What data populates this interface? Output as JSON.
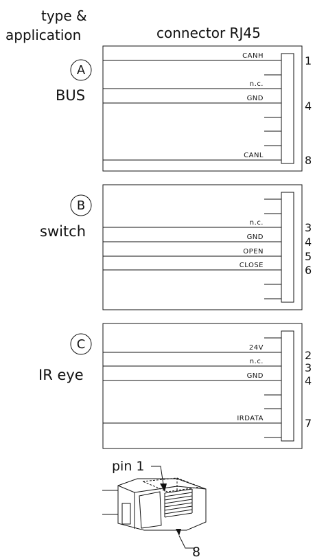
{
  "header": {
    "type_line1": "type &",
    "type_line2": "application",
    "connector": "connector RJ45"
  },
  "sections": [
    {
      "letter": "A",
      "name": "BUS",
      "signals": [
        "CANH",
        "n.c.",
        "GND",
        "CANL"
      ],
      "pins": [
        "1",
        "4",
        "8"
      ]
    },
    {
      "letter": "B",
      "name": "switch",
      "signals": [
        "n.c.",
        "GND",
        "OPEN",
        "CLOSE"
      ],
      "pins": [
        "3",
        "4",
        "5",
        "6"
      ]
    },
    {
      "letter": "C",
      "name": "IR eye",
      "signals": [
        "24V",
        "n.c.",
        "GND",
        "IRDATA"
      ],
      "pins": [
        "2",
        "3",
        "4",
        "7"
      ]
    }
  ],
  "plug": {
    "pin1_label": "pin 1",
    "pin8_label": "8"
  }
}
